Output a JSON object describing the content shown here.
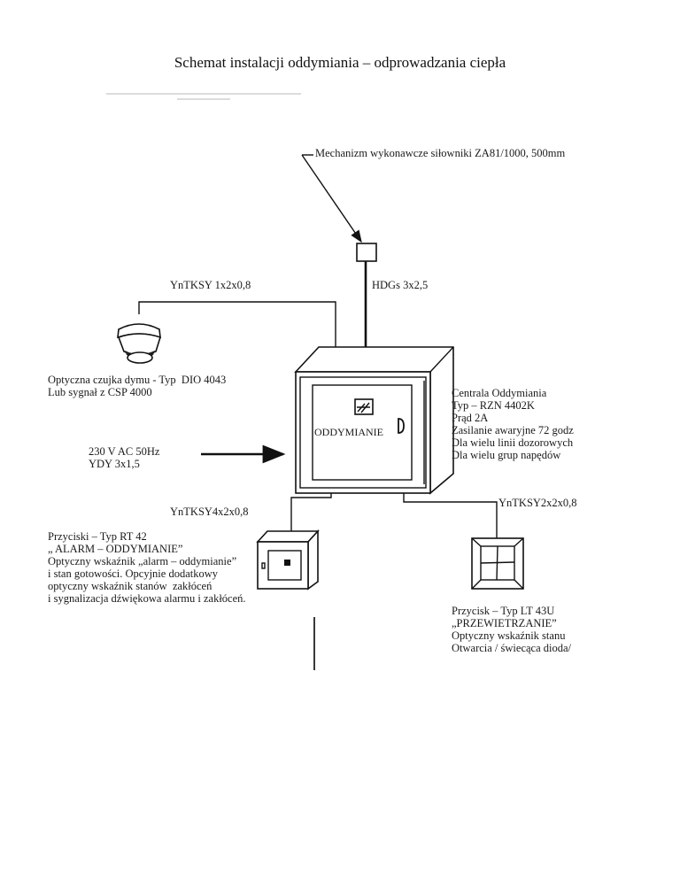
{
  "title": "Schemat instalacji oddymiania – odprowadzania ciepła",
  "actuator": {
    "label": "Mechanizm wykonawcze siłowniki ZA81/1000, 500mm"
  },
  "cables": {
    "detector_cable": "YnTKSY 1x2x0,8",
    "actuator_cable": "HDGs 3x2,5",
    "alarm_button_cable": "YnTKSY4x2x0,8",
    "vent_button_cable": "YnTKSY2x2x0,8"
  },
  "smoke_detector": {
    "lines": [
      "Optyczna czujka dymu - Typ  DIO 4043",
      "Lub sygnał z CSP 4000"
    ]
  },
  "power": {
    "lines": [
      "230 V AC 50Hz",
      "YDY 3x1,5"
    ]
  },
  "control_panel": {
    "front_label": "ODDYMIANIE",
    "lines": [
      "Centrala Oddymiania",
      "Typ – RZN 4402K",
      "Prąd 2A",
      "Zasilanie awaryjne 72 godz",
      "Dla wielu linii dozorowych",
      "Dla wielu grup napędów"
    ]
  },
  "alarm_button": {
    "lines": [
      "Przyciski – Typ RT 42",
      "„ ALARM – ODDYMIANIE”",
      "Optyczny wskaźnik „alarm – oddymianie”",
      "i stan gotowości. Opcyjnie dodatkowy",
      "optyczny wskaźnik stanów  zakłóceń",
      "i sygnalizacja dźwiękowa alarmu i zakłóceń."
    ]
  },
  "vent_button": {
    "lines": [
      "Przycisk – Typ LT 43U",
      "„PRZEWIETRZANIE”",
      "Optyczny wskaźnik stanu",
      "Otwarcia / świecąca dioda/"
    ]
  }
}
